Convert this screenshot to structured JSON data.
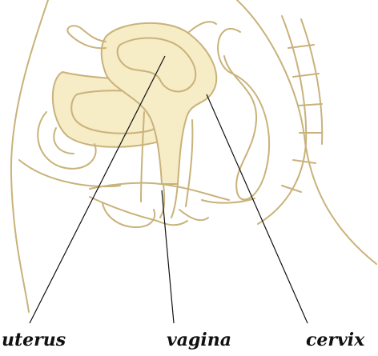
{
  "labels": {
    "uterus": "uterus",
    "vagina": "vagina",
    "cervix": "cervix"
  },
  "colors": {
    "background": "#ffffff",
    "outline": "#c9b27a",
    "fill": "#f6ecc6",
    "leader": "#111111"
  }
}
